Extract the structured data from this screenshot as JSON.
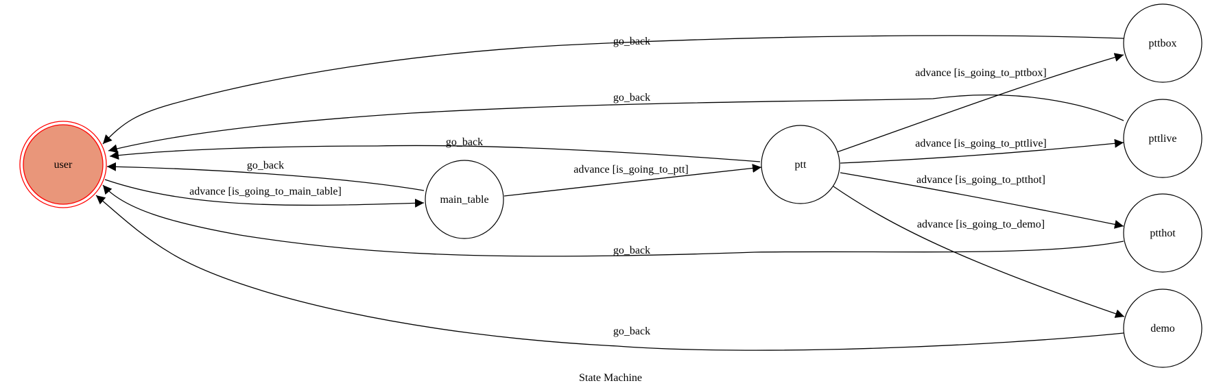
{
  "diagram": {
    "title": "State Machine",
    "colors": {
      "initial_fill": "#e9967a",
      "initial_ring": "#ff0000",
      "stroke": "#000000",
      "background": "#ffffff"
    },
    "nodes": [
      {
        "id": "user",
        "label": "user",
        "initial": true
      },
      {
        "id": "main_table",
        "label": "main_table"
      },
      {
        "id": "ptt",
        "label": "ptt"
      },
      {
        "id": "pttbox",
        "label": "pttbox"
      },
      {
        "id": "pttlive",
        "label": "pttlive"
      },
      {
        "id": "ptthot",
        "label": "ptthot"
      },
      {
        "id": "demo",
        "label": "demo"
      }
    ],
    "edges": [
      {
        "id": "pttbox-user",
        "from": "pttbox",
        "to": "user",
        "label": "go_back"
      },
      {
        "id": "pttlive-user",
        "from": "pttlive",
        "to": "user",
        "label": "go_back"
      },
      {
        "id": "ptt-user",
        "from": "ptt",
        "to": "user",
        "label": "go_back"
      },
      {
        "id": "main_table-user",
        "from": "main_table",
        "to": "user",
        "label": "go_back"
      },
      {
        "id": "user-main_table",
        "from": "user",
        "to": "main_table",
        "label": "advance [is_going_to_main_table]"
      },
      {
        "id": "ptthot-user",
        "from": "ptthot",
        "to": "user",
        "label": "go_back"
      },
      {
        "id": "demo-user",
        "from": "demo",
        "to": "user",
        "label": "go_back"
      },
      {
        "id": "main_table-ptt",
        "from": "main_table",
        "to": "ptt",
        "label": "advance [is_going_to_ptt]"
      },
      {
        "id": "ptt-pttbox",
        "from": "ptt",
        "to": "pttbox",
        "label": "advance [is_going_to_pttbox]"
      },
      {
        "id": "ptt-pttlive",
        "from": "ptt",
        "to": "pttlive",
        "label": "advance [is_going_to_pttlive]"
      },
      {
        "id": "ptt-ptthot",
        "from": "ptt",
        "to": "ptthot",
        "label": "advance [is_going_to_ptthot]"
      },
      {
        "id": "ptt-demo",
        "from": "ptt",
        "to": "demo",
        "label": "advance [is_going_to_demo]"
      }
    ]
  }
}
